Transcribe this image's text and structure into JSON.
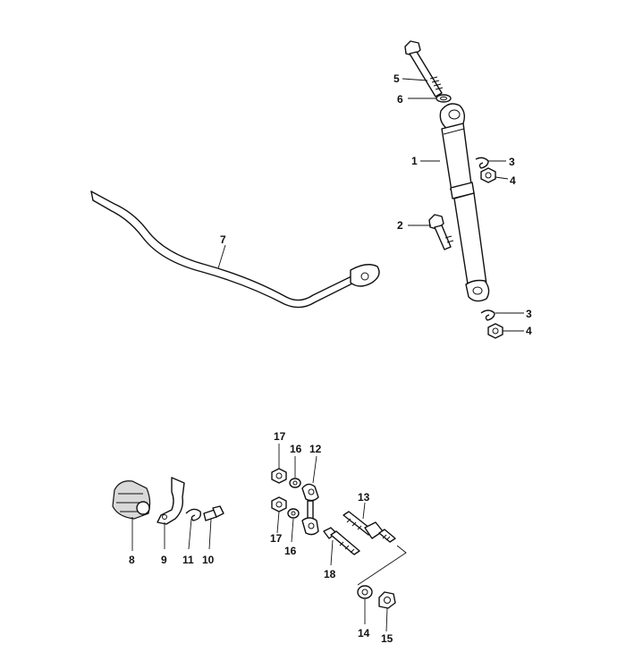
{
  "callouts": {
    "c1": "1",
    "c2": "2",
    "c3a": "3",
    "c3b": "3",
    "c4a": "4",
    "c4b": "4",
    "c5": "5",
    "c6": "6",
    "c7": "7",
    "c8": "8",
    "c9": "9",
    "c10": "10",
    "c11": "11",
    "c12": "12",
    "c13": "13",
    "c14": "14",
    "c15": "15",
    "c16a": "16",
    "c16b": "16",
    "c17a": "17",
    "c17b": "17",
    "c18": "18"
  },
  "colors": {
    "line": "#111111",
    "background": "#ffffff",
    "shade": "#d9d9d9"
  }
}
